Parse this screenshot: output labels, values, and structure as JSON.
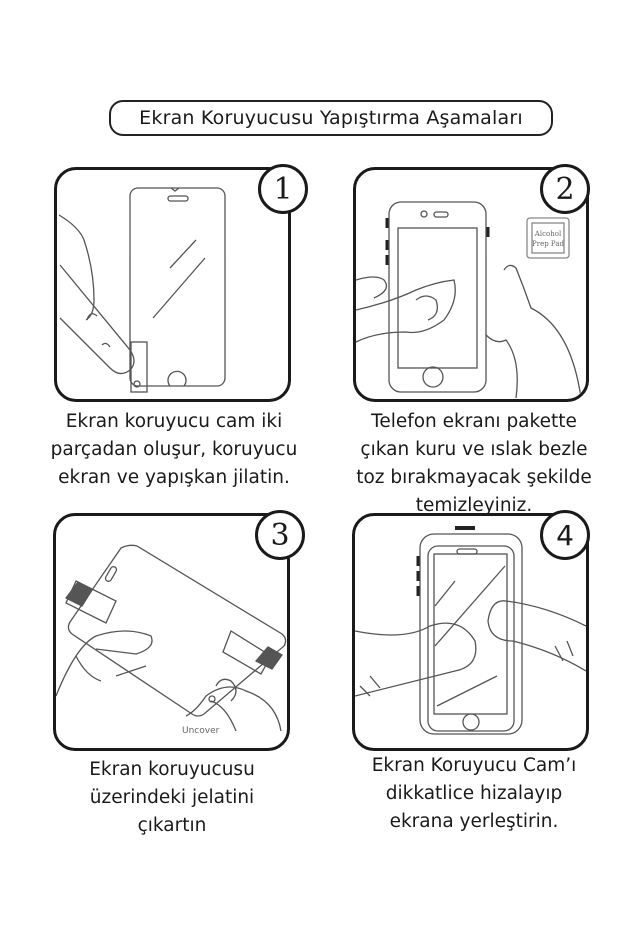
{
  "title": "Ekran Koruyucusu Yapıştırma Aşamaları",
  "steps": [
    {
      "number": "1",
      "caption": "Ekran koruyucu cam iki\nparçadan oluşur, koruyucu\nekran ve yapışkan jilatin.",
      "illustration": "finger-peeling-screen-protector"
    },
    {
      "number": "2",
      "caption": "Telefon ekranı pakette\nçıkan kuru ve ıslak bezle\ntoz bırakmayacak şekilde\ntemizleyiniz.",
      "illustration": "hand-wiping-phone-screen",
      "pad_label": "Alcohol\nPrep Pad"
    },
    {
      "number": "3",
      "caption": "Ekran koruyucusu\nüzerindeki jelatini\nçıkartın",
      "illustration": "hands-removing-film",
      "uncover_label": "Uncover"
    },
    {
      "number": "4",
      "caption": "Ekran Koruyucu Cam’ı\ndikkatlice hizalayıp\nekrana yerleştirin.",
      "illustration": "thumbs-aligning-glass-on-phone"
    }
  ],
  "colors": {
    "line": "#1a1a1a",
    "art_line": "#555555",
    "tab_fill": "#555555"
  }
}
